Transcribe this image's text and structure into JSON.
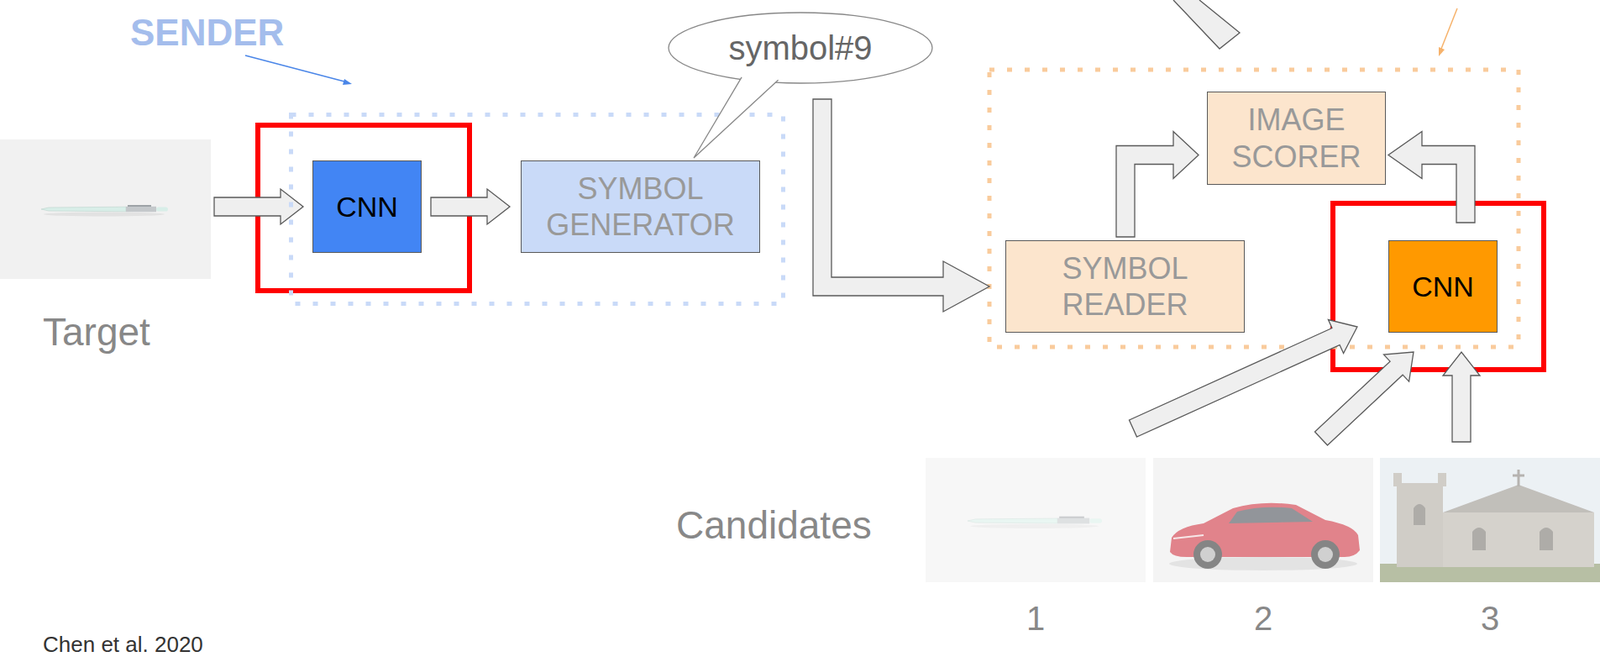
{
  "diagram": {
    "nodes": [
      {
        "text": [
          "Target"
        ]
      },
      {
        "text": [
          "SENDER"
        ]
      },
      {
        "text": [
          "CNN"
        ],
        "in": 1
      },
      {
        "text": [
          "SYMBOL GENERATOR"
        ],
        "in": 1
      },
      {
        "text": [
          "symbol#9"
        ]
      },
      {
        "text": [
          "IMAGE SCORER"
        ]
      },
      {
        "text": [
          "SYMBOL READER"
        ]
      },
      {
        "text": [
          "CNN"
        ]
      },
      {
        "text": [
          "1"
        ]
      },
      {
        "text": [
          "2"
        ]
      },
      {
        "text": [
          "3"
        ]
      }
    ],
    "edges": [
      {
        "from": 0,
        "to": 2,
        "arrow": "to"
      },
      {
        "from": 2,
        "to": 3,
        "arrow": "to"
      },
      {
        "from": 4,
        "to": 6,
        "arrow": "to"
      },
      {
        "from": 6,
        "to": 5,
        "arrow": "to"
      },
      {
        "from": 7,
        "to": 5,
        "arrow": "to"
      },
      {
        "from": 8,
        "to": 7,
        "arrow": "to"
      },
      {
        "from": 9,
        "to": 7,
        "arrow": "to"
      },
      {
        "from": 10,
        "to": 7,
        "arrow": "to"
      }
    ],
    "labels": [
      "Candidates",
      "Chen et al. 2020"
    ]
  }
}
